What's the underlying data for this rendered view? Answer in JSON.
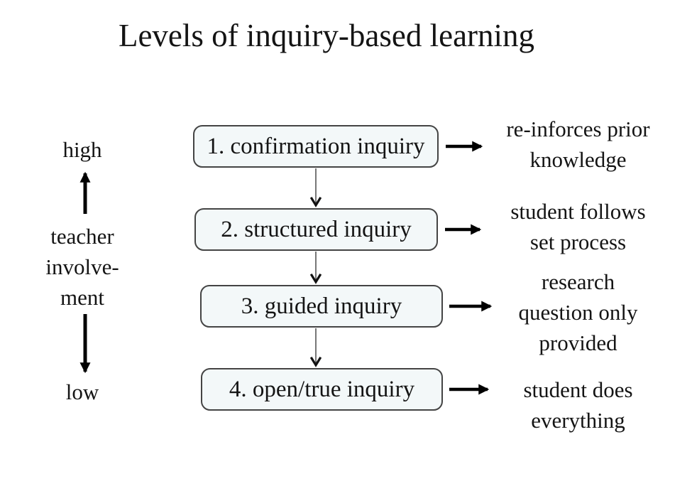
{
  "title": "Levels of inquiry-based learning",
  "axis": {
    "high": "high",
    "low": "low",
    "label_lines": [
      "teacher",
      "involve-",
      "ment"
    ]
  },
  "levels": [
    {
      "box_label": "1. confirmation inquiry",
      "outcome_lines": [
        "re-inforces prior",
        "knowledge"
      ]
    },
    {
      "box_label": "2. structured inquiry",
      "outcome_lines": [
        "student follows",
        "set process"
      ]
    },
    {
      "box_label": "3. guided inquiry",
      "outcome_lines": [
        "research",
        "question only",
        "provided"
      ]
    },
    {
      "box_label": "4. open/true inquiry",
      "outcome_lines": [
        "student does",
        "everything"
      ]
    }
  ],
  "colors": {
    "background": "#ffffff",
    "box_fill": "#f3f8f9",
    "box_border": "#444444",
    "text": "#141414",
    "thick_arrow": "#000000",
    "thin_connector": "#555555"
  }
}
